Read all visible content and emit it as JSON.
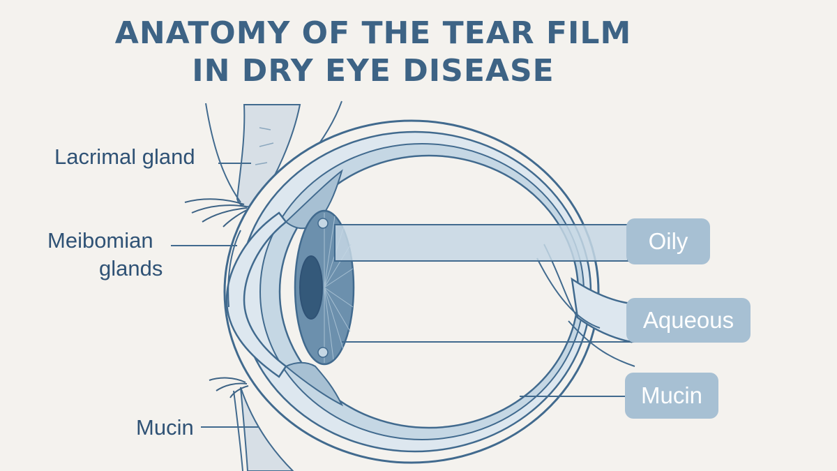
{
  "title": {
    "line1": "ANATOMY OF THE TEAR FILM",
    "line2": "IN DRY EYE DISEASE"
  },
  "labels": {
    "lacrimal_gland": "Lacrimal gland",
    "meibomian_line1": "Meibomian",
    "meibomian_line2": "glands",
    "mucin_left": "Mucin"
  },
  "layers": {
    "oily": "Oily",
    "aqueous": "Aqueous",
    "mucin": "Mucin"
  },
  "colors": {
    "outline": "#416a8e",
    "fill_light": "#c5d7e4",
    "fill_mid": "#a7c0d3",
    "iris": "#6c90ad",
    "pupil": "#34597a",
    "text": "#2f5275"
  }
}
